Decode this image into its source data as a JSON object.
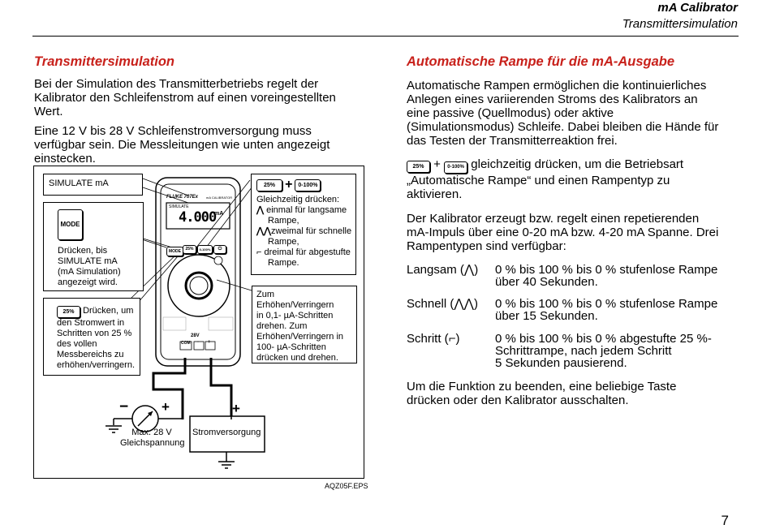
{
  "header": {
    "title": "mA Calibrator",
    "subtitle": "Transmittersimulation"
  },
  "left": {
    "heading": "Transmittersimulation",
    "para1": [
      "Bei der Simulation des Transmitterbetriebs regelt der",
      "Kalibrator den Schleifenstrom auf einen voreingestellten",
      "Wert."
    ],
    "para2": [
      "Eine 12 V bis 28 V Schleifenstromversorgung muss",
      "verfügbar sein. Die Messleitungen wie unten angezeigt",
      "einstecken."
    ]
  },
  "diagram": {
    "simulate_label": "SIMULATE mA",
    "mode_key": "MODE",
    "mode_text": [
      "Drücken, bis",
      "SIMULATE mA",
      "(mA Simulation)",
      "angezeigt wird."
    ],
    "key_25": "25%",
    "key_0_100": "0-100%",
    "plus": "+",
    "step_text_first": "Drücken, um",
    "step_text": [
      "den Stromwert in",
      "Schritten von 25 %",
      "des vollen",
      "Messbereichs zu",
      "erhöhen/verringern."
    ],
    "ramp_intro": "Gleichzeitig drücken:",
    "ramp_items": [
      {
        "icon": "slow-ramp-icon",
        "lines": [
          "einmal für langsame",
          "Rampe,"
        ]
      },
      {
        "icon": "fast-ramp-icon",
        "lines": [
          "zweimal für schnelle",
          "Rampe,"
        ]
      },
      {
        "icon": "step-ramp-icon",
        "lines": [
          "dreimal für abgestufte",
          "Rampe."
        ]
      }
    ],
    "knob_text": [
      "Zum Erhöhen/Verringern",
      "in 0,1- µA-Schritten",
      "drehen. Zum",
      "Erhöhen/Verringern in",
      "100- µA-Schritten",
      "drücken und drehen."
    ],
    "meter_reading": "4.000",
    "meter_unit": "mA",
    "meter_brand": "FLUKE 707Ex",
    "meter_model_label": "mA CALIBRATOR",
    "meter_mode_label": "SIMULATE",
    "port_label": "28V",
    "port_com": "COM",
    "port_minus": "-",
    "port_plus": "+",
    "voltmeter_label": [
      "Max. 28 V",
      "Gleichspannung"
    ],
    "supply_label": "Stromversorgung",
    "minus_sign": "−",
    "figure_id": "AQZ05F.EPS"
  },
  "right": {
    "heading": "Automatische Rampe für die mA-Ausgabe",
    "para1": [
      "Automatische Rampen ermöglichen die kontinuierliches",
      "Anlegen eines variierenden Stroms des Kalibrators an",
      "eine passive (Quellmodus) oder aktive",
      "(Simulationsmodus) Schleife. Dabei bleiben die Hände für",
      "das Testen der Transmitterreaktion frei."
    ],
    "key_25": "25%",
    "plus": "+",
    "key_0_100": "0-100%",
    "para2_first": "gleichzeitig drücken, um die Betriebsart",
    "para2": [
      "„Automatische Rampe“ und einen Rampentyp zu",
      "aktivieren."
    ],
    "para3": [
      "Der Kalibrator erzeugt bzw. regelt einen repetierenden",
      "mA-Impuls über eine 0-20 mA bzw. 4-20 mA Spanne. Drei",
      "Rampentypen sind verfügbar:"
    ],
    "ramps": [
      {
        "name": "Langsam (",
        "close": ")",
        "desc": [
          "0 % bis 100 % bis 0 % stufenlose Rampe",
          "über 40 Sekunden."
        ]
      },
      {
        "name": "Schnell (",
        "close": ")",
        "desc": [
          "0 % bis 100 % bis 0 % stufenlose Rampe",
          "über 15 Sekunden."
        ]
      },
      {
        "name": "Schritt (",
        "close": ")",
        "desc": [
          "0 % bis 100 % bis 0 % abgestufte 25 %-",
          "Schrittrampe, nach jedem Schritt",
          "5 Sekunden pausierend."
        ]
      }
    ],
    "para4": [
      "Um die Funktion zu beenden, eine beliebige Taste",
      "drücken oder den Kalibrator ausschalten."
    ]
  },
  "page_number": "7"
}
